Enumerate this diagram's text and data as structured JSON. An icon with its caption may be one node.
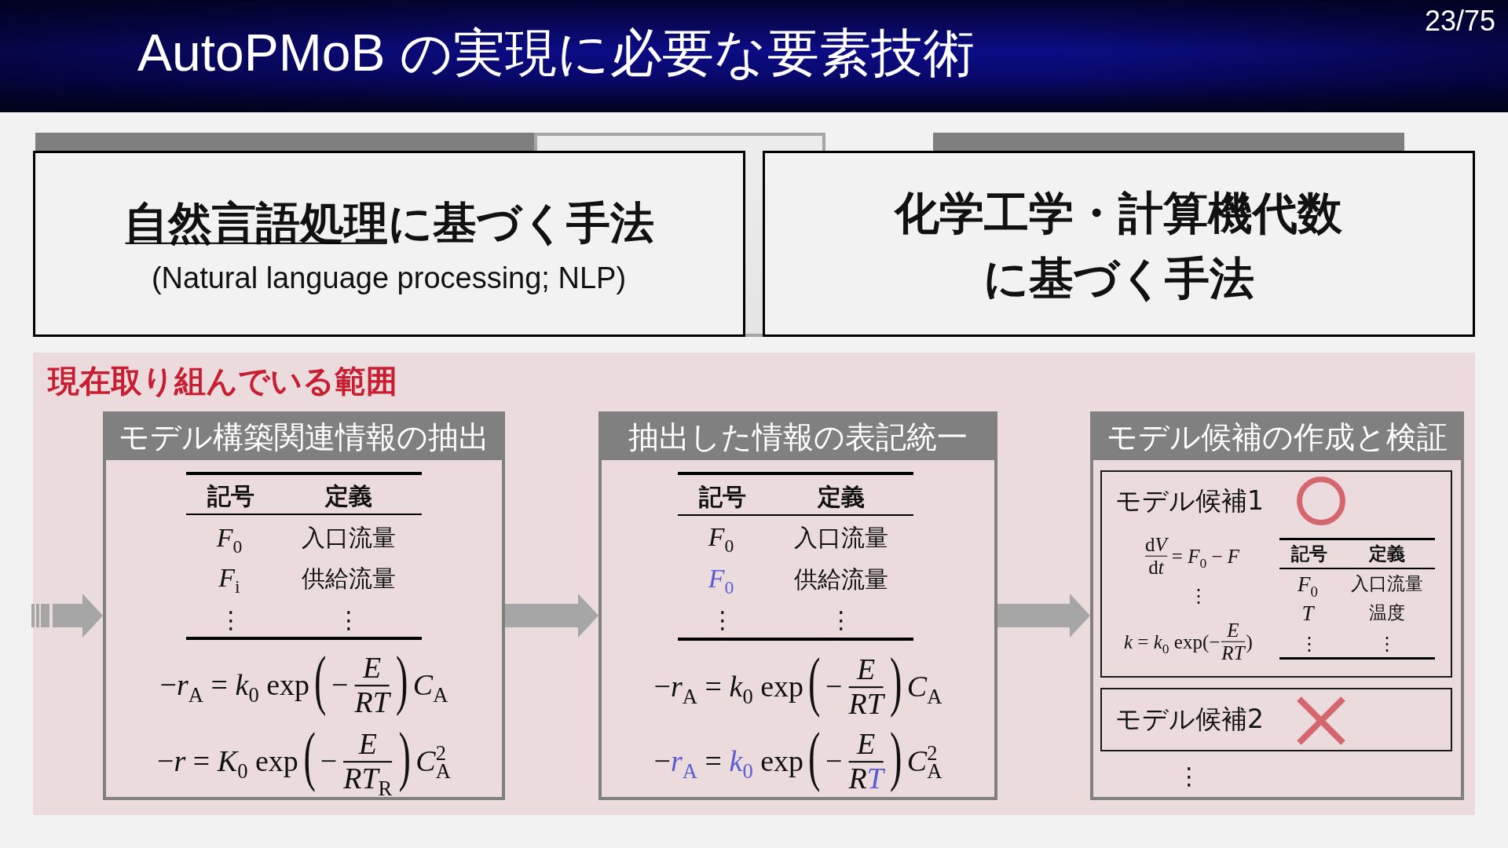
{
  "diagram": {
    "title": "AutoPMoB の実現に必要な要素技術",
    "nodes": [
      {
        "text": [
          "自然言語処理に基づく手法",
          "(Natural language processing; NLP)"
        ]
      },
      {
        "text": [
          "化学工学・計算機代数に基づく手法"
        ]
      },
      {
        "text": [
          "現在取り組んでいる範囲"
        ]
      },
      {
        "text": [
          "モデル構築関連情報の抽出"
        ],
        "in": 2
      },
      {
        "text": [
          "抽出した情報の表記統一"
        ],
        "in": 2
      },
      {
        "text": [
          "モデル候補の作成と検証"
        ],
        "in": 2
      },
      {
        "text": [
          "モデル候補1"
        ],
        "in": 5
      },
      {
        "text": [
          "モデル候補2"
        ],
        "in": 5
      }
    ],
    "edges": [
      {
        "from": null,
        "to": 3,
        "arrow": "to"
      },
      {
        "from": 3,
        "to": 4,
        "arrow": "to"
      },
      {
        "from": 4,
        "to": 5,
        "arrow": "to"
      }
    ],
    "labels": [
      "23/75",
      "記号",
      "定義",
      "*F*$_{0}$",
      "入口流量",
      "*F*$_{i}$",
      "供給流量",
      "⋮",
      "⋮",
      "−*r*$_{A}$ = *k*$_{0}$ exp",
      "(",
      "−",
      "E",
      "RT",
      ")",
      "*C*$_{A}$",
      "−*r* = *K*$_{0}$ exp",
      "(",
      "−",
      "E",
      "*RT*$_{R}$",
      ")",
      "*C*$^{2}$$_{A}$",
      "記号",
      "定義",
      "*F*$_{0}$",
      "入口流量",
      "*F*$_{0}$",
      "供給流量",
      "⋮",
      "⋮",
      "−*r*$_{A}$ = *k*$_{0}$ exp",
      "(",
      "−",
      "E",
      "RT",
      ")",
      "*C*$_{A}$",
      "−*r*$_{A}$ = *k*$_{0}$ exp",
      "(",
      "−",
      "E",
      "RT",
      ")",
      "*C*$^{2}$$_{A}$",
      "dV",
      "dt",
      "= *F*$_{0}$ − *F*",
      "⋮",
      "*k* = *k*$_{0}$ exp(−",
      "E",
      "RT",
      ")",
      "記号",
      "定義",
      "*F*$_{0}$",
      "入口流量",
      "T",
      "温度",
      "⋮",
      "⋮",
      "⋮"
    ]
  }
}
